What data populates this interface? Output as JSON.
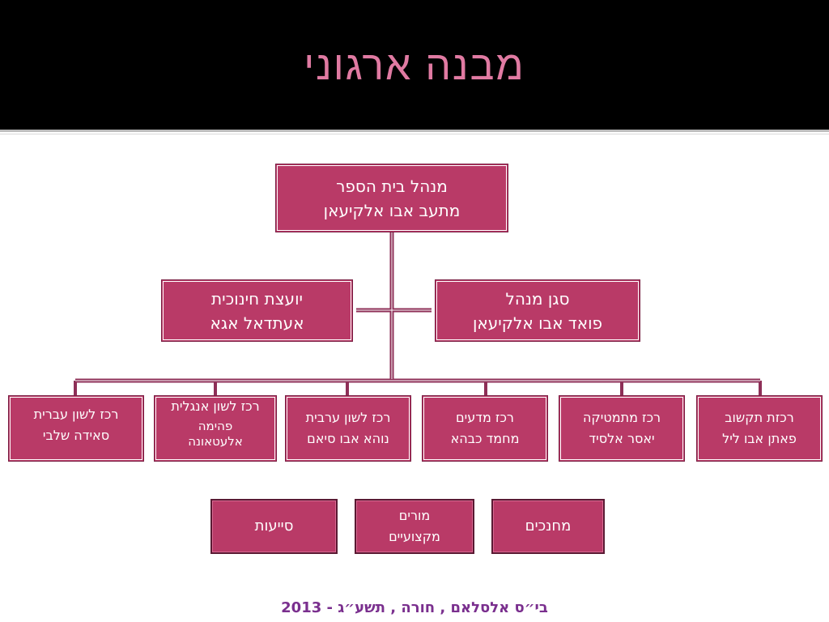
{
  "title": "מבנה ארגוני",
  "principal": {
    "role": "מנהל בית הספר",
    "name": "מתעב אבו אלקיעאן"
  },
  "counselor": {
    "role": "יועצת חינוכית",
    "name": "אעתדאל אגא"
  },
  "deputy": {
    "role": "סגן מנהל",
    "name": "פואד אבו אלקיעאן"
  },
  "coordinators": [
    {
      "role": "רכזת תקשוב",
      "name": "פאתן אבו ליל"
    },
    {
      "role": "רכז מתמטיקה",
      "name": "יאסר אלסיד"
    },
    {
      "role": "רכז מדעים",
      "name": "מחמד כבהא"
    },
    {
      "role": "רכז לשון ערבית",
      "name": "נוהא אבו סיאם"
    },
    {
      "role": "רכז לשון אנגלית",
      "name": "פהימה אלעטאונה"
    },
    {
      "role": "רכז לשון עברית",
      "name": "סאידה שלבי"
    }
  ],
  "staff_groups": [
    {
      "label": "מחנכים"
    },
    {
      "label": "מורים מקצועיים"
    },
    {
      "label": "סייעות"
    }
  ],
  "footer": "בי״ס אלסלאם , חורה , תשע״ג - 2013",
  "colors": {
    "box_fill": "#b93a67",
    "title": "#e07aa2",
    "connector": "#8e2f57",
    "footer": "#7a2f8e"
  }
}
